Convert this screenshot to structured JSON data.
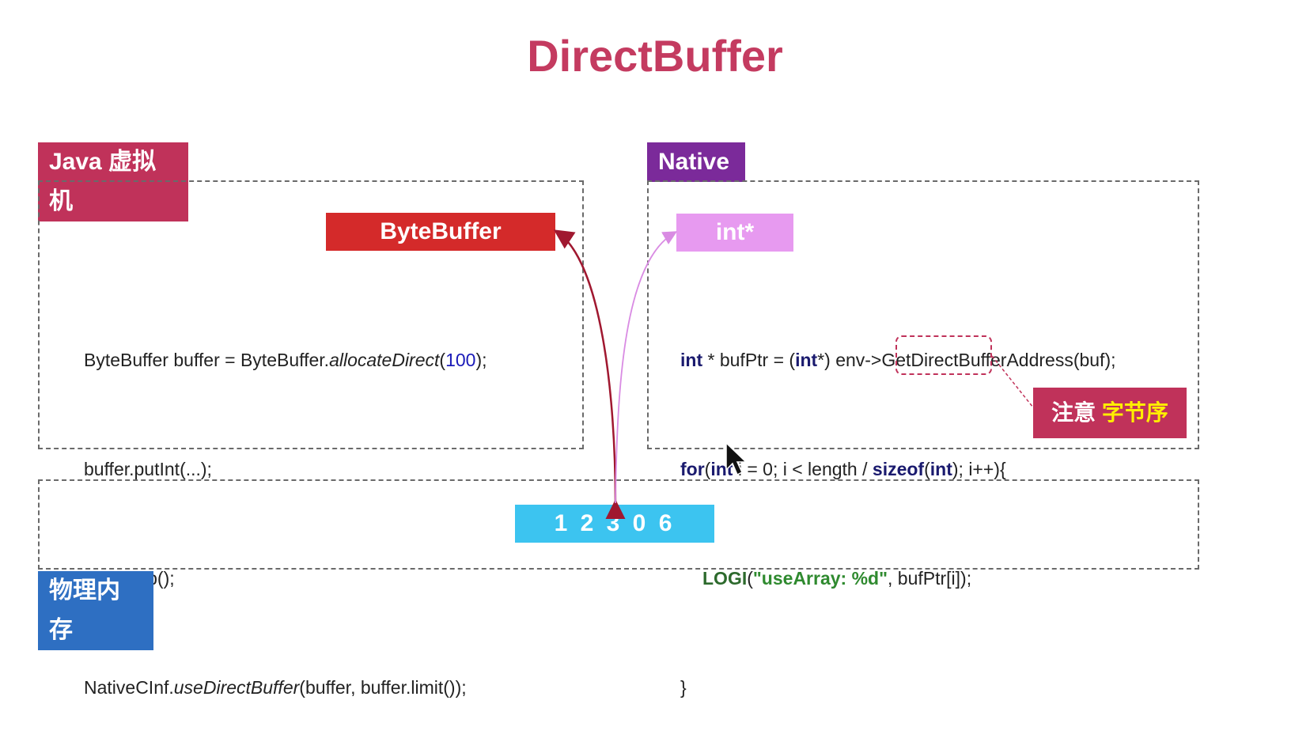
{
  "title": "DirectBuffer",
  "java_vm": {
    "label": "Java 虚拟机",
    "bytebuffer_label": "ByteBuffer",
    "code": {
      "line1_a": "ByteBuffer buffer = ByteBuffer.",
      "line1_b": "allocateDirect",
      "line1_c": "(",
      "line1_num": "100",
      "line1_d": ");",
      "line2": "buffer.putInt(...);",
      "line3": "buffer.flip();",
      "line4_a": "NativeCInf.",
      "line4_b": "useDirectBuffer",
      "line4_c": "(buffer, buffer.limit());"
    }
  },
  "native": {
    "label": "Native",
    "pointer_label": "int*",
    "code": {
      "l1_kw1": "int",
      "l1_a": " * bufPtr = (",
      "l1_kw2": "int",
      "l1_b": "*) env->GetDirectBufferAddress(buf);",
      "l2_kw1": "for",
      "l2_a": "(",
      "l2_kw2": "int",
      "l2_b": " i = 0; i < length / ",
      "l2_kw3": "sizeof",
      "l2_c": "(",
      "l2_kw4": "int",
      "l2_d": "); i++){",
      "l3_fn": "LOGI",
      "l3_a": "(",
      "l3_str": "\"useArray: %d\"",
      "l3_b": ", bufPtr[i]);",
      "l4": "}"
    },
    "note_prefix": "注意",
    "note_highlight": "字节序"
  },
  "memory": {
    "label": "物理内存",
    "values": "1 2 3 0 6"
  },
  "colors": {
    "title": "#c43b60",
    "java_tag": "#c0325a",
    "native_tag": "#7b2a9a",
    "bytebuffer": "#d42a2a",
    "pointer": "#e79af0",
    "memory_values": "#3cc4f0",
    "memory_tag": "#2e6fc2"
  }
}
